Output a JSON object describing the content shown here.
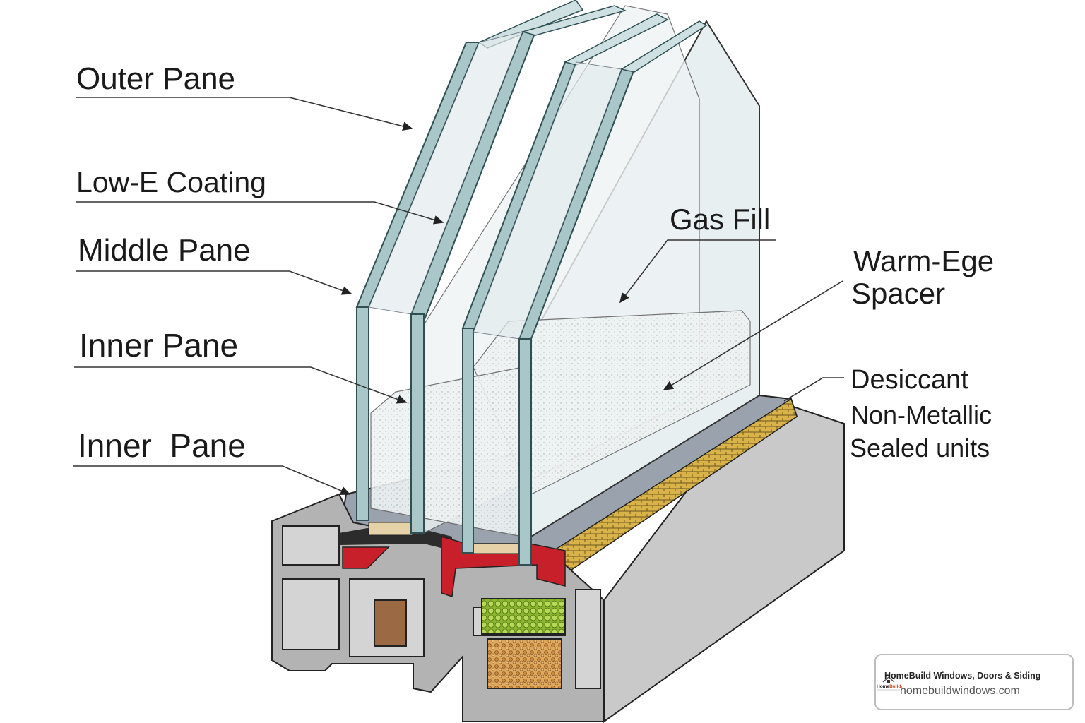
{
  "labels": {
    "outer_pane": "Outer Pane",
    "low_e_coating": "Low-E Coating",
    "middle_pane": "Middle Pane",
    "inner_pane_1": "Inner Pane",
    "inner_pane_2": "Inner  Pane",
    "gas_fill": "Gas Fill",
    "warm_edge_1": "Warm-Ege",
    "warm_edge_2": "Spacer",
    "desiccant": "Desiccant",
    "non_metallic": "Non-Metallic",
    "sealed_units": "Sealed units"
  },
  "badge": {
    "company": "HomeBuild Windows, Doors & Siding",
    "website": "homebuildwindows.com",
    "logo_text": "HomeBuild"
  },
  "colors": {
    "glass": "#dfeaee",
    "glass_edge": "#6f9aa0",
    "frame": "#b9b9b9",
    "seal_red": "#c8202a",
    "desiccant_green": "#9bc43a",
    "wood": "#9b6a45",
    "spacer_yellow": "#d9b24a"
  }
}
